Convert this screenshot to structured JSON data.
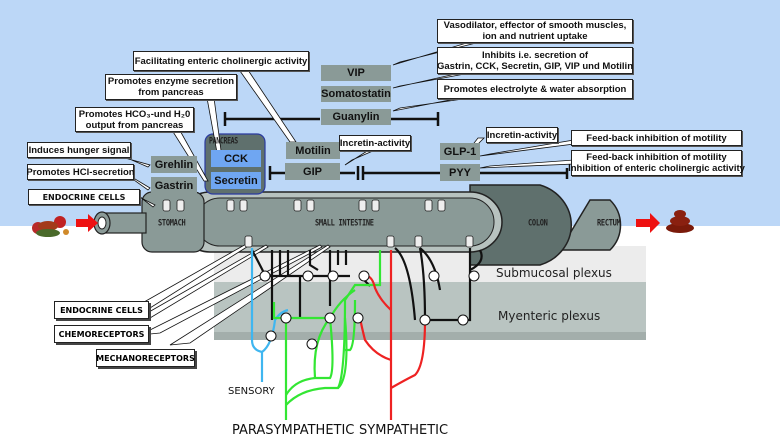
{
  "diagram": {
    "organs": {
      "stomach": "STOMACH",
      "small_intestine": "SMALL INTESTINE",
      "colon": "COLON",
      "rectum": "RECTUM",
      "pancreas": "PANCREAS"
    },
    "hormones": {
      "vip": "VIP",
      "somatostatin": "Somatostatin",
      "guanylin": "Guanylin",
      "motilin": "Motilin",
      "gip": "GIP",
      "glp1": "GLP-1",
      "pyy": "PYY",
      "grehlin": "Grehlin",
      "gastrin": "Gastrin",
      "cck": "CCK",
      "secretin": "Secretin"
    },
    "callouts": {
      "vip_line1": "Vasodilator, effector of smooth muscles,",
      "vip_line2": "ion and nutrient uptake",
      "somatostatin_line1": "Inhibits i.e. secretion of",
      "somatostatin_line2": "Gastrin, CCK, Secretin, GIP, VIP und Motilin",
      "guanylin": "Promotes electrolyte & water  absorption",
      "motilin": "Facilitating enteric cholinergic activity",
      "cck_line1": "Promotes enzyme secretion",
      "cck_line2": "from pancreas",
      "secretin_line1": "Promotes HCO₃-und H₂0",
      "secretin_line2": "output from pancreas",
      "grehlin": "Induces hunger signal",
      "gastrin": "Promotes HCl-secretion",
      "endocrine_top": "ENDOCRINE CELLS",
      "gip": "Incretin-activity",
      "glp1": "Incretin-activity",
      "pyy_a": "Feed-back inhibition of motility",
      "pyy_b_line1": "Feed-back inhibition of motility",
      "pyy_b_line2": "Inhibition of enteric cholinergic activity"
    },
    "receptor_labels": {
      "endocrine": "ENDOCRINE CELLS",
      "chemo": "CHEMORECEPTORS",
      "mechano": "MECHANORECEPTORS"
    },
    "layers": {
      "submucosal": "Submucosal plexus",
      "myenteric": "Myenteric plexus"
    },
    "nerves": {
      "sensory": "SENSORY",
      "parasympathetic": "PARASYMPATHETIC",
      "sympathetic": "SYMPATHETIC"
    },
    "colors": {
      "sky": "#bcd7f7",
      "sensory": "#3fb6f0",
      "parasympathetic": "#33e633",
      "sympathetic": "#ee2222",
      "hormone_box": "#8a9a97",
      "pancreas_box": "#6fa6f2"
    }
  }
}
